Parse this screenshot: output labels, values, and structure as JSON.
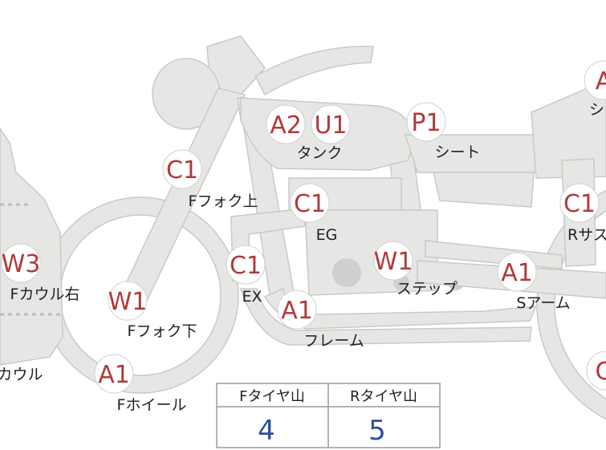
{
  "parts": [
    {
      "id": "tank",
      "label": "タンク",
      "codes": [
        "A2",
        "U1"
      ]
    },
    {
      "id": "seat",
      "label": "シート",
      "codes": [
        "P1"
      ]
    },
    {
      "id": "f-fork-upper",
      "label": "Fフォク上",
      "codes": [
        "C1"
      ]
    },
    {
      "id": "eg",
      "label": "EG",
      "codes": [
        "C1"
      ]
    },
    {
      "id": "r-sus",
      "label": "Rサス",
      "codes": [
        "C1"
      ]
    },
    {
      "id": "f-cowl-right",
      "label": "Fカウル右",
      "codes": [
        "W3"
      ]
    },
    {
      "id": "f-fork-lower",
      "label": "Fフォク下",
      "codes": [
        "W1"
      ]
    },
    {
      "id": "ex",
      "label": "EX",
      "codes": [
        "C1"
      ]
    },
    {
      "id": "step",
      "label": "ステップ",
      "codes": [
        "W1"
      ]
    },
    {
      "id": "s-arm",
      "label": "Sアーム",
      "codes": [
        "A1"
      ]
    },
    {
      "id": "frame",
      "label": "フレーム",
      "codes": [
        "A1"
      ]
    },
    {
      "id": "cowl",
      "label": "カウル",
      "codes": []
    },
    {
      "id": "f-wheel",
      "label": "Fホイール",
      "codes": [
        "A1"
      ]
    },
    {
      "id": "side",
      "label": "シ",
      "codes": [
        "A"
      ]
    },
    {
      "id": "r-wheel",
      "label": "",
      "codes": [
        "C"
      ]
    }
  ],
  "tire_table": {
    "headers": [
      "Fタイヤ山",
      "Rタイヤ山"
    ],
    "values": [
      "4",
      "5"
    ]
  }
}
